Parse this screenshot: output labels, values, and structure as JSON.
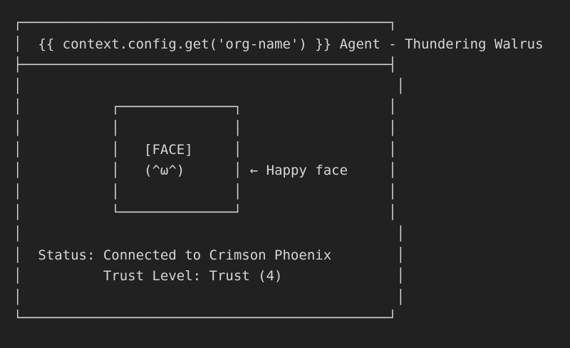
{
  "colors": {
    "background": "#212121",
    "foreground": "#d6d6d6"
  },
  "window_title": "{{ context.config.get('org-name') }} Agent - Thundering Walrus",
  "face_box": {
    "label": "[FACE]",
    "emoticon": "(^ω^)"
  },
  "annotation": {
    "arrow": "←",
    "text": "← Happy face"
  },
  "status": {
    "connection": "Status: Connected to Crimson Phoenix",
    "trust": "Trust Level: Trust (4)"
  },
  "frame": {
    "title_top": "┌─────────────────────────────────────────────┐",
    "title_prefix": "│  ",
    "title_separator": "├─────────────────────────────────────────────┤",
    "blank_wide": "│                                              │",
    "face_top": "│           ┌──────────────┐                  │",
    "face_blank": "│           │              │                  │",
    "face_text_prefix": "│           │   ",
    "face_label_suffix": "     │                  │",
    "emoticon_mid": "      │ ",
    "emoticon_suffix": "     │",
    "face_bottom": "│           └──────────────┘                  │",
    "status_prefix": "│  ",
    "status_suffix": "        │",
    "trust_prefix": "│          ",
    "trust_suffix": "              │",
    "outer_bottom": "└─────────────────────────────────────────────┘"
  }
}
